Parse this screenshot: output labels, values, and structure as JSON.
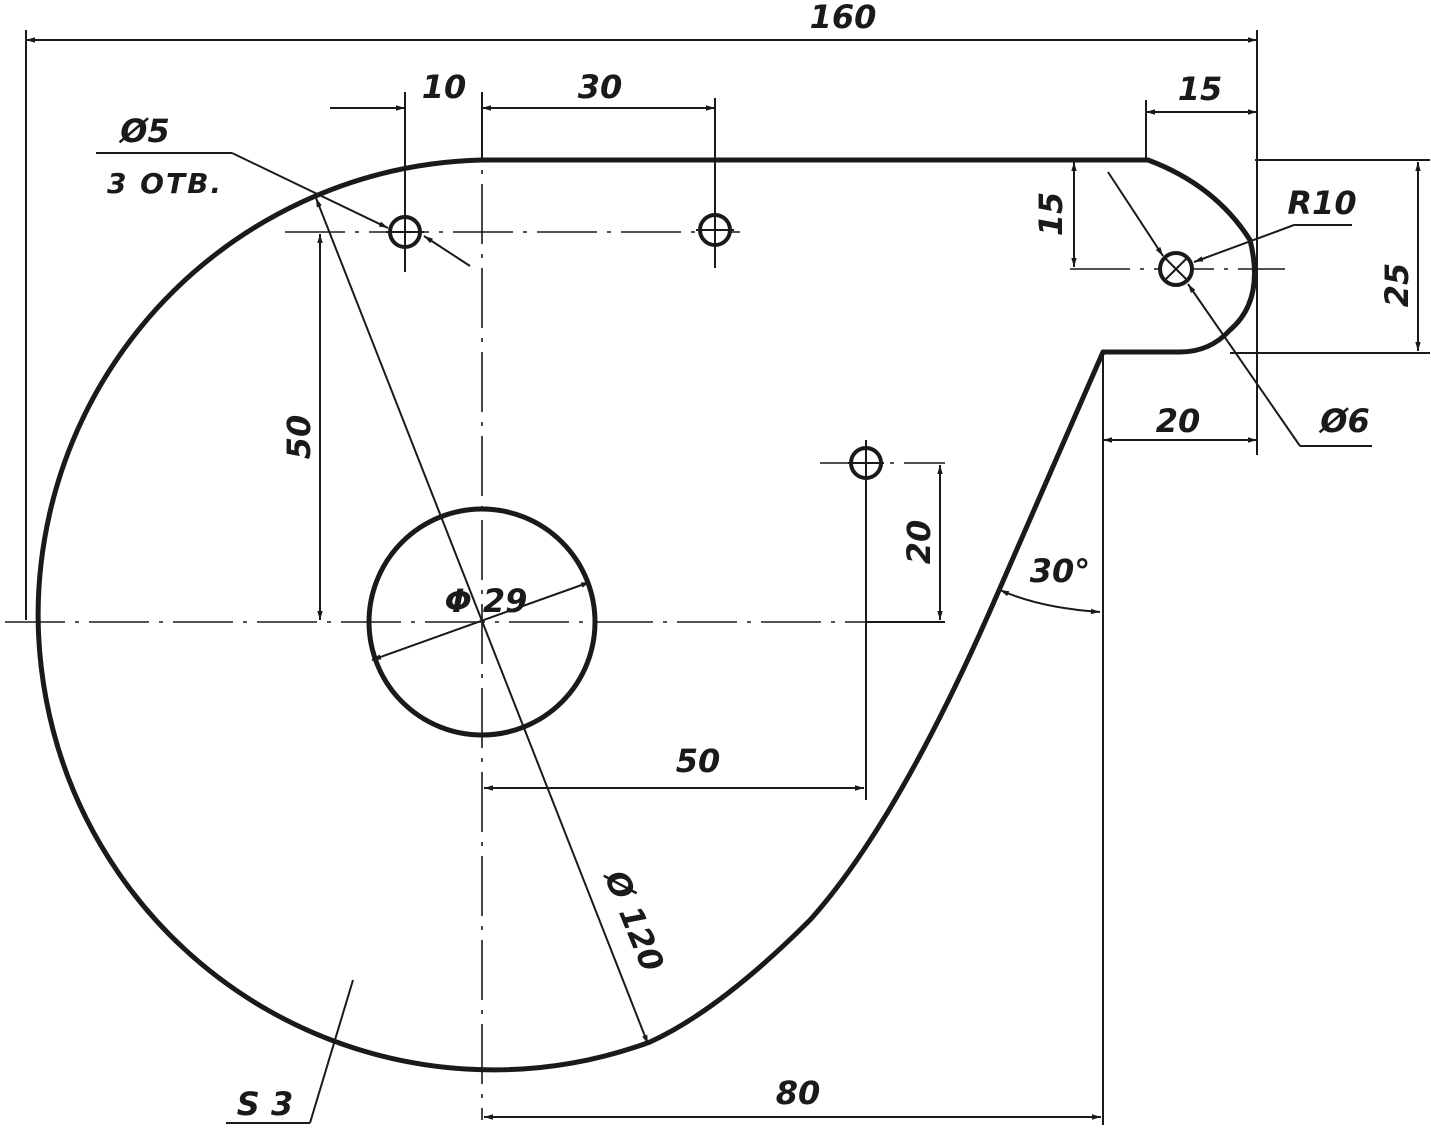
{
  "dimensions": {
    "overall_width": "160",
    "hole_offset_left": "10",
    "hole_spacing_top": "30",
    "tab_width": "15",
    "tab_hole_height": "15",
    "tab_height": "25",
    "tab_radius": "R10",
    "tab_hole_dia": "Ø6",
    "tab_offset": "20",
    "holes_dia": "Ø5",
    "holes_count": "3 ОТВ.",
    "vertical_50": "50",
    "bore_dia": "Φ 29",
    "vertical_20": "20",
    "angle": "30°",
    "horizontal_50": "50",
    "outer_dia": "Ø 120",
    "bottom_80": "80",
    "thickness": "S 3"
  }
}
